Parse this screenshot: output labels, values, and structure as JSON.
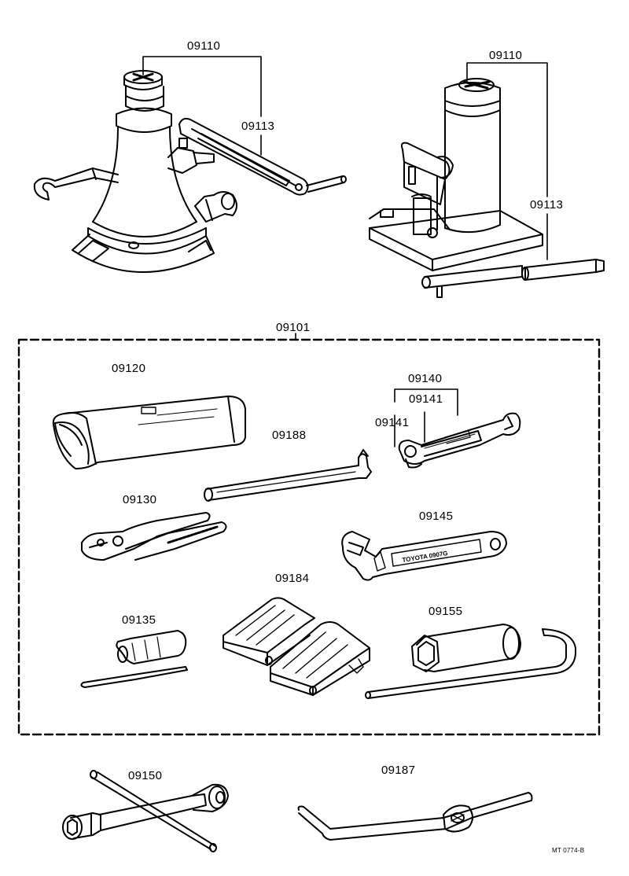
{
  "labels": {
    "floor_jack_set": "09110",
    "floor_jack_handle": "09113",
    "bottle_jack_set": "09110",
    "bottle_jack_handle": "09113",
    "tool_kit": "09101",
    "tool_bag": "09120",
    "wrench_set": "09140",
    "wrench_a": "09141",
    "wrench_b": "09141",
    "tire_lever": "09188",
    "pliers": "09130",
    "adjustable_wrench": "09145",
    "wheel_chocks": "09184",
    "screwdriver": "09135",
    "plug_wrench": "09155",
    "lug_wrench": "09150",
    "crank_handle": "09187",
    "drawing_code": "MT 0774-B"
  },
  "marks": {
    "adjustable_wrench_text": "TOYOTA 0907G"
  }
}
